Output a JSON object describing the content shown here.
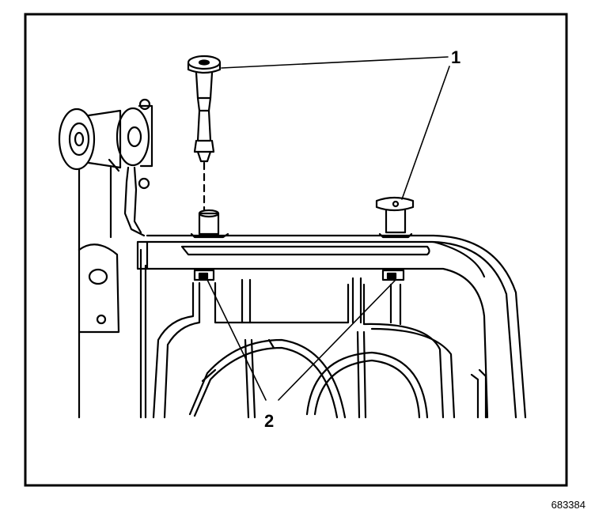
{
  "callouts": {
    "one": "1",
    "two": "2"
  },
  "figure_id": "683384",
  "colors": {
    "ink": "#000000",
    "paper": "#ffffff"
  }
}
